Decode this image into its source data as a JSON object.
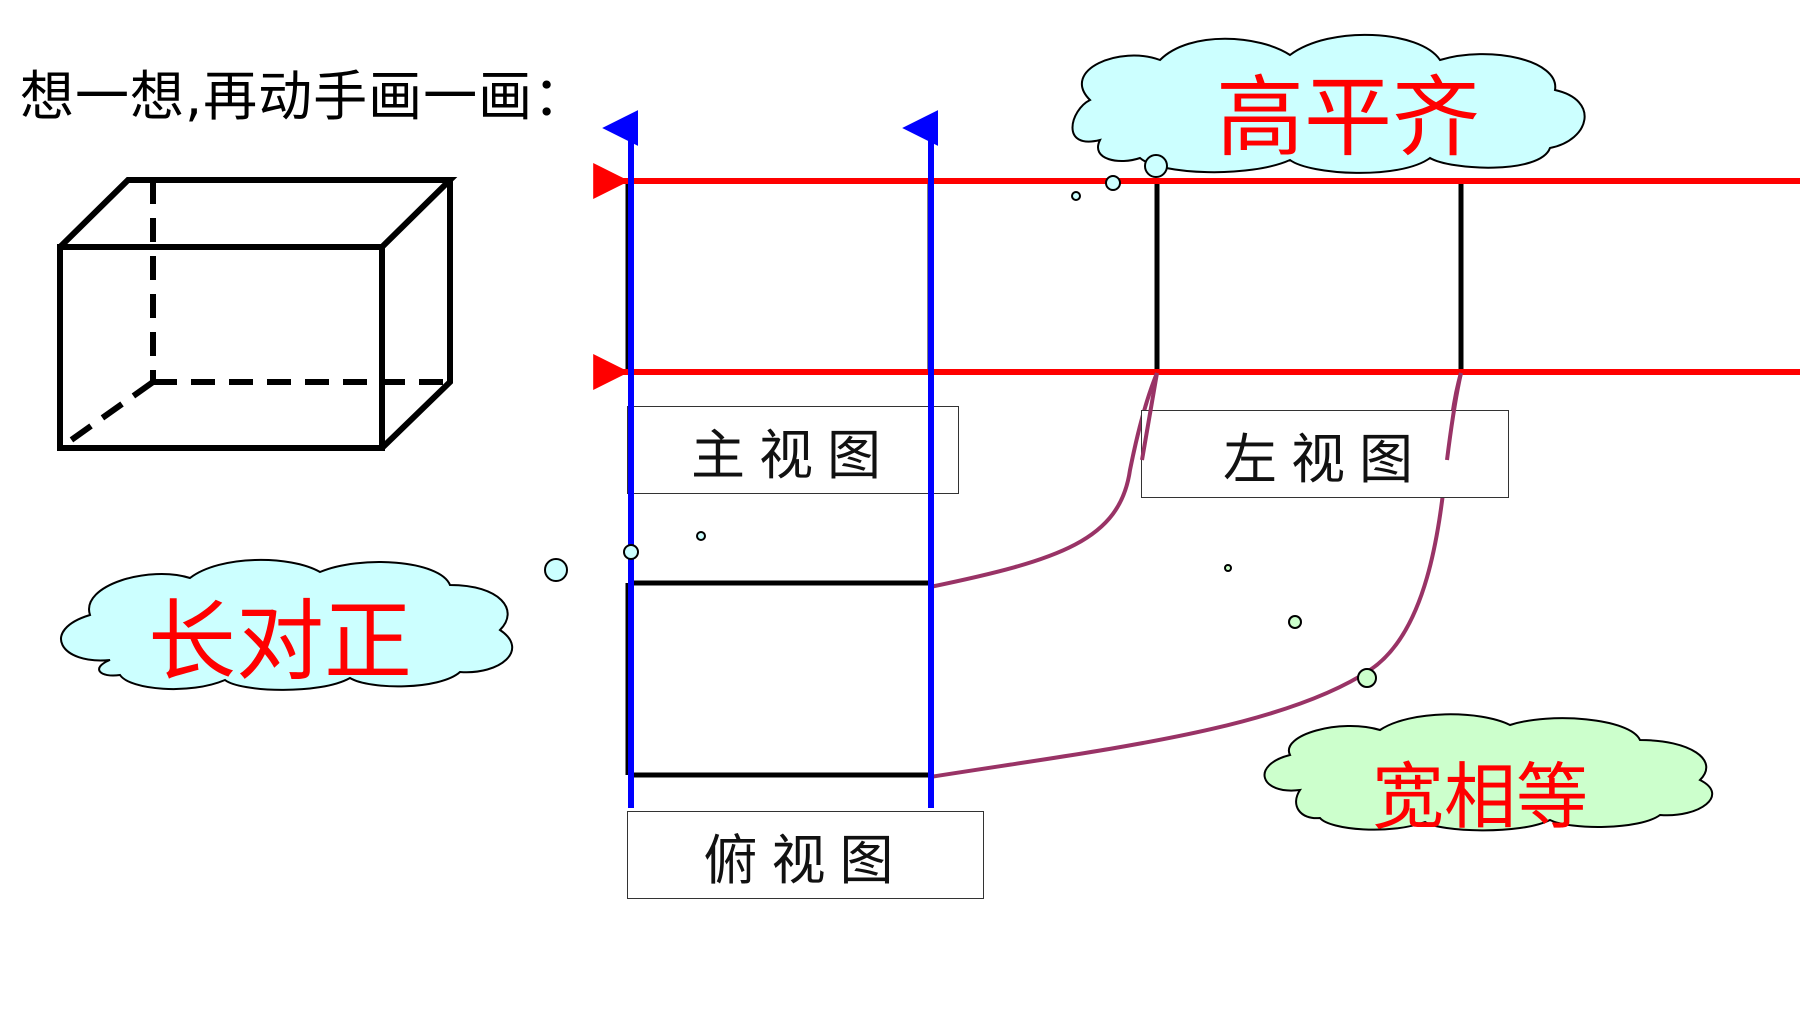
{
  "title": "想一想,再动手画一画：",
  "views": {
    "front": "主视图",
    "left": "左视图",
    "top": "俯视图"
  },
  "callouts": {
    "height": "高平齐",
    "length": "长对正",
    "width": "宽相等"
  },
  "colors": {
    "height_line": "#ff0000",
    "length_line": "#0000ff",
    "width_curve": "#993366",
    "callout_text": "#ff0000",
    "cloud_cyan": "#ccffff",
    "cloud_green": "#ccffcc"
  }
}
